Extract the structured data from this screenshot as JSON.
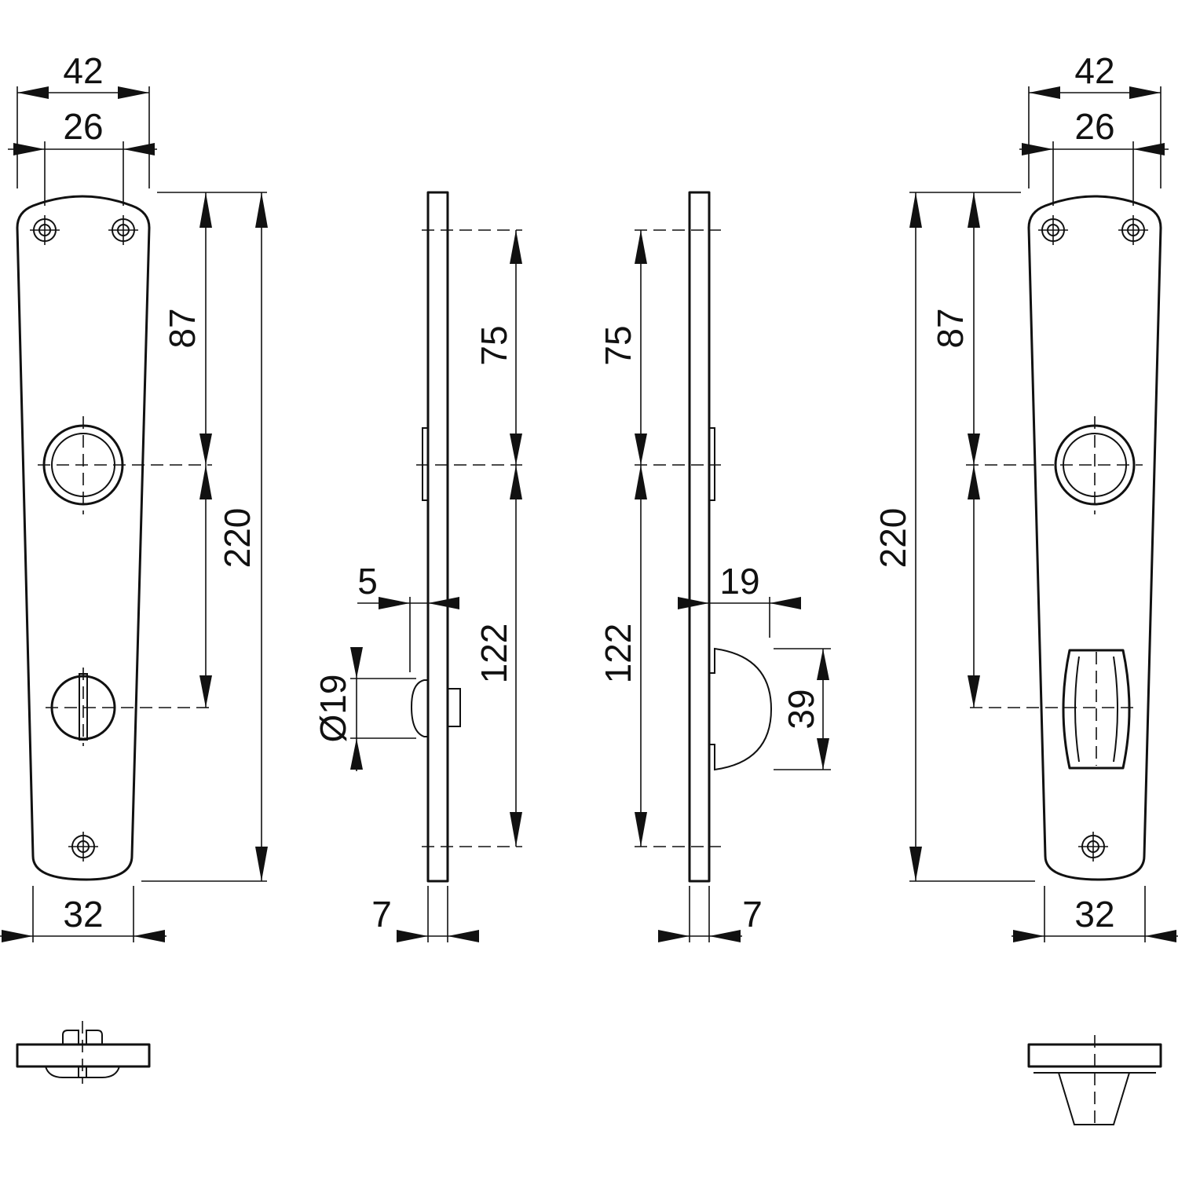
{
  "labels": {
    "left_plate": {
      "outer_width": "42",
      "hole_spacing": "26",
      "to_spindle": "87",
      "total_length": "220",
      "bottom_width": "32"
    },
    "side_left": {
      "to_spindle": "75",
      "spindle_to_bottom": "122",
      "knob_offset": "5",
      "knob_diameter": "Ø19",
      "thickness": "7"
    },
    "side_right": {
      "to_spindle": "75",
      "spindle_to_bottom": "122",
      "turn_depth": "19",
      "turn_height": "39",
      "thickness": "7"
    },
    "right_plate": {
      "outer_width": "42",
      "hole_spacing": "26",
      "to_spindle": "87",
      "total_length": "220",
      "bottom_width": "32"
    }
  }
}
